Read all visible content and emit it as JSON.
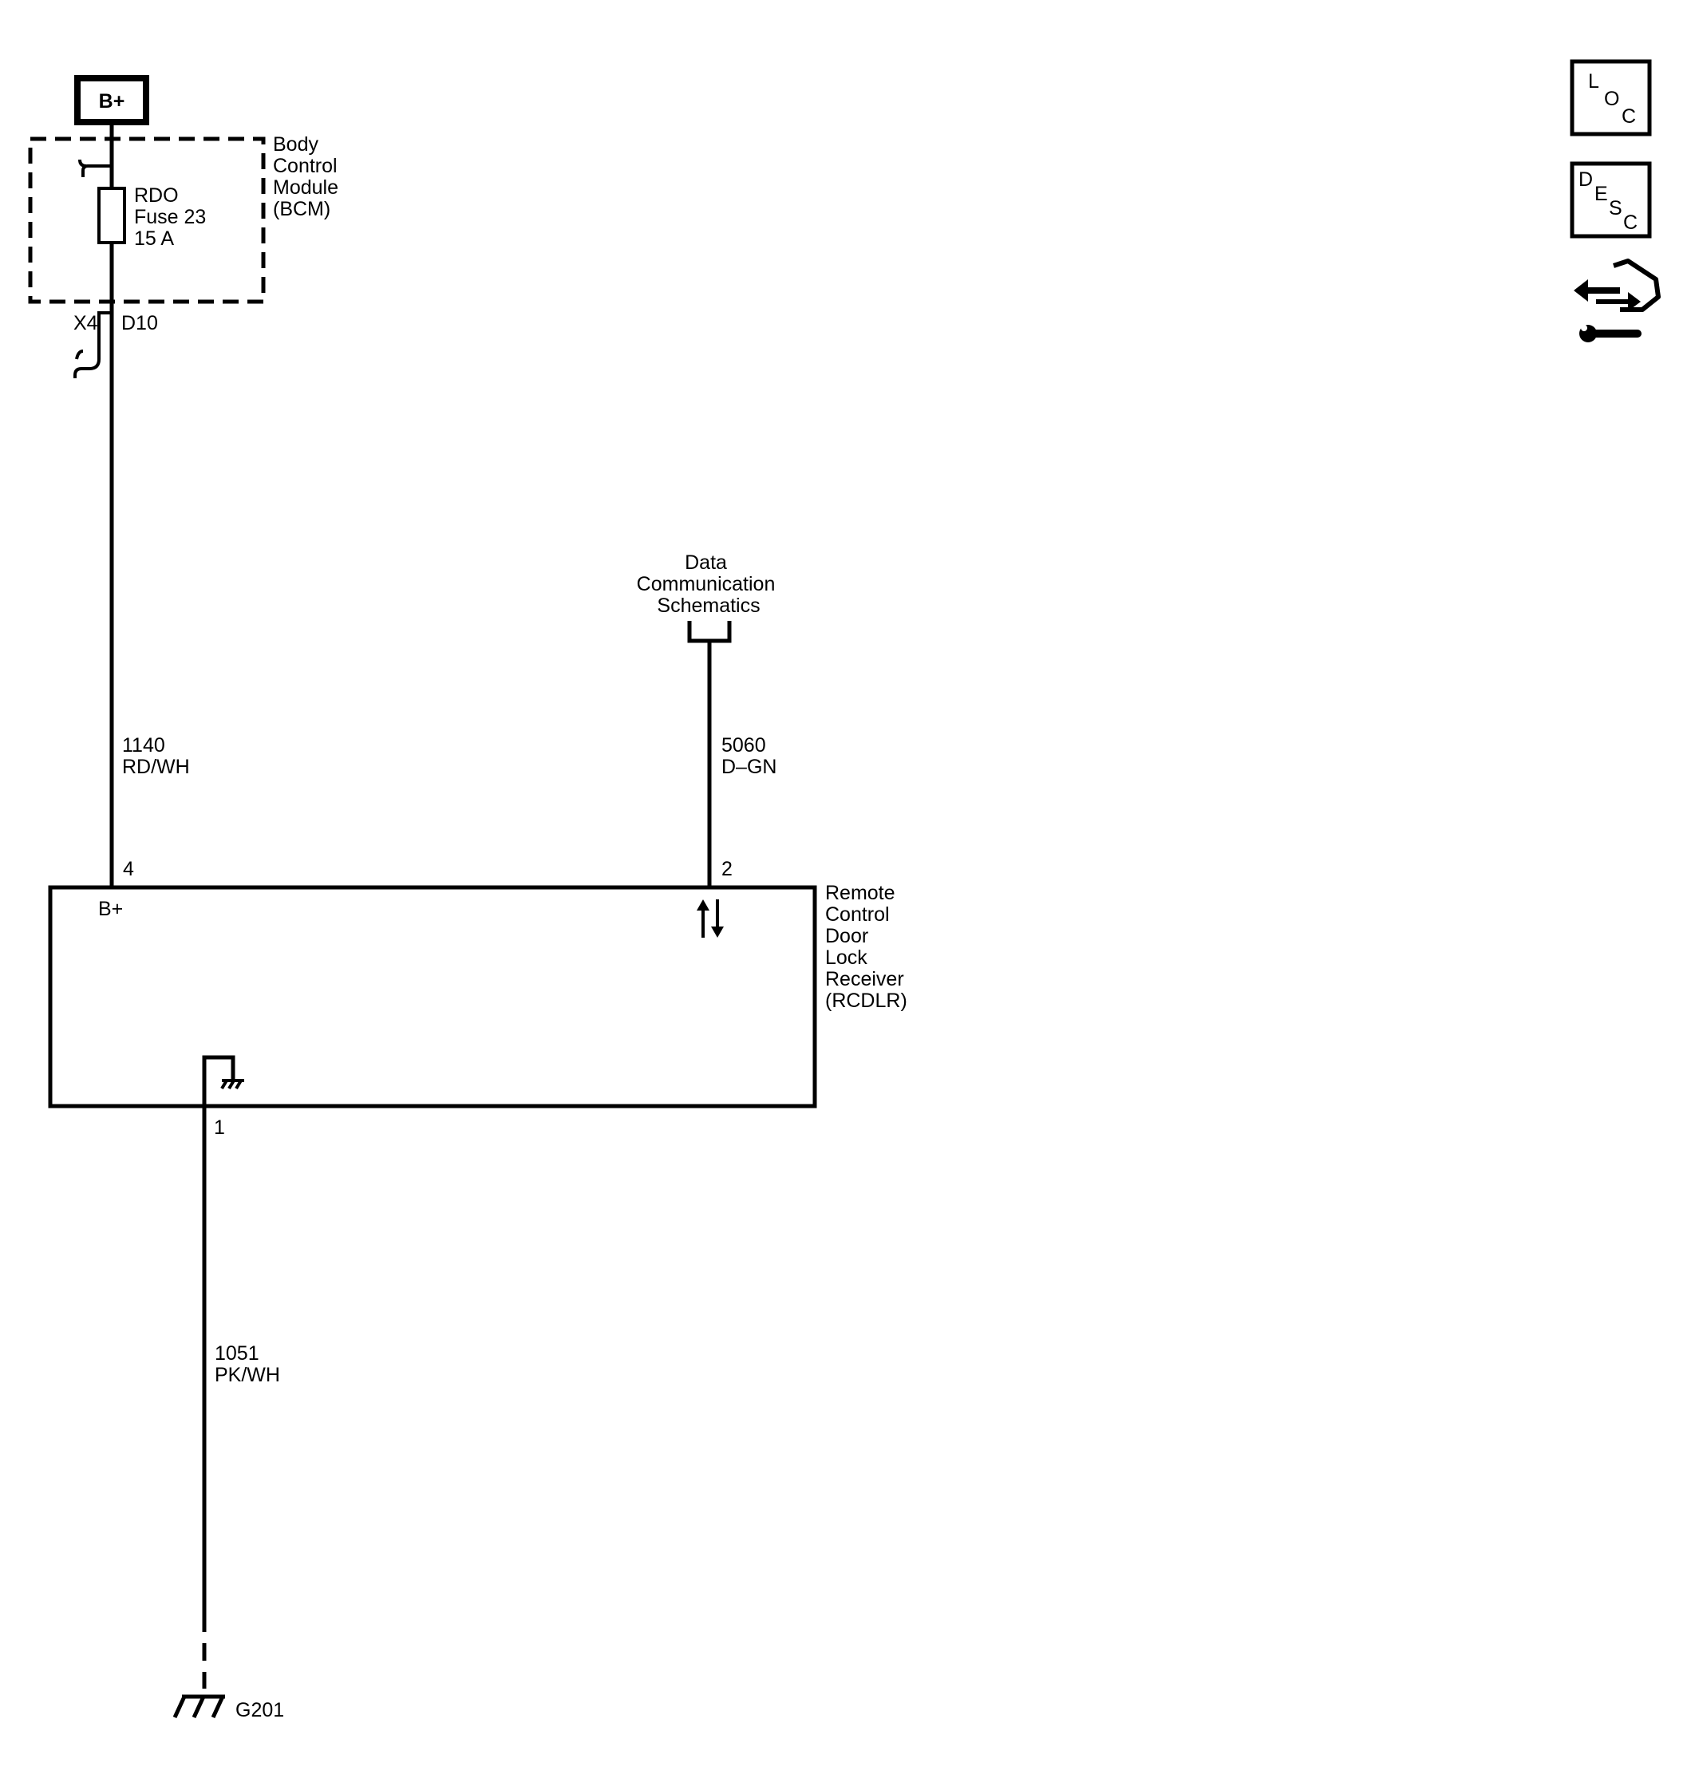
{
  "power": {
    "source_label": "B+"
  },
  "bcm": {
    "name_lines": [
      "Body",
      "Control",
      "Module",
      "(BCM)"
    ],
    "fuse_lines": [
      "RDO",
      "Fuse 23",
      "15 A"
    ],
    "connector": "X4",
    "pin": "D10"
  },
  "wire_power": {
    "circuit": "1140",
    "color": "RD/WH"
  },
  "data_comm": {
    "lines": [
      "Data",
      "Communication",
      "Schematics"
    ]
  },
  "wire_data": {
    "circuit": "5060",
    "color": "D–GN"
  },
  "rcdlr": {
    "name_lines": [
      "Remote",
      "Control",
      "Door",
      "Lock",
      "Receiver",
      "(RCDLR)"
    ],
    "pin_power": "4",
    "pin_data": "2",
    "pin_ground": "1",
    "power_input_label": "B+"
  },
  "wire_ground": {
    "circuit": "1051",
    "color": "PK/WH"
  },
  "ground": {
    "label": "G201"
  },
  "side_icons": [
    {
      "icon": "loc-icon",
      "letters": [
        "L",
        "O",
        "C"
      ]
    },
    {
      "icon": "desc-icon",
      "letters": [
        "D",
        "E",
        "S",
        "C"
      ]
    },
    {
      "icon": "hand-wrench-icon"
    }
  ]
}
